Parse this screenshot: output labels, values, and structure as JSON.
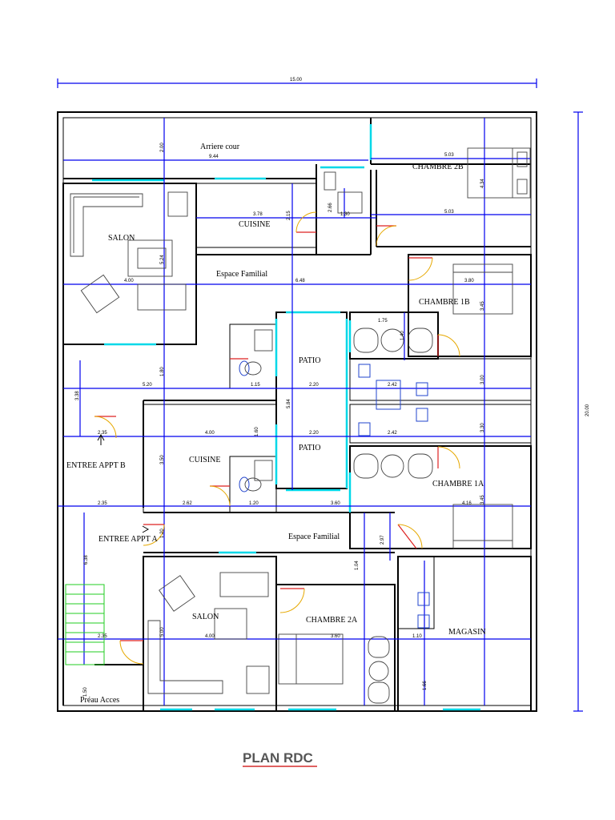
{
  "title": "PLAN RDC",
  "rooms": {
    "arriere_cour": "Arriere cour",
    "chambre_2b": "CHAMBRE 2B",
    "salon_top": "SALON",
    "cuisine_top": "CUISINE",
    "espace_familial_top": "Espace Familial",
    "chambre_1b": "CHAMBRE 1B",
    "patio_top": "PATIO",
    "patio_bottom": "PATIO",
    "entree_b": "ENTREE APPT B",
    "cuisine_bottom": "CUISINE",
    "chambre_1a": "CHAMBRE 1A",
    "entree_a": "ENTREE APPT A",
    "espace_familial_bottom": "Espace Familial",
    "salon_bottom": "SALON",
    "chambre_2a": "CHAMBRE 2A",
    "magasin": "MAGASIN",
    "preau": "Préau Acces"
  },
  "dimensions": {
    "total_width": "15.00",
    "total_height": "20.00",
    "d_944": "9.44",
    "d_200": "2.00",
    "d_503a": "5.03",
    "d_503b": "5.03",
    "d_434": "4.34",
    "d_378": "3.78",
    "d_215": "2.15",
    "d_266": "2.66",
    "d_130": "1.30",
    "d_524": "5.24",
    "d_400a": "4.00",
    "d_648": "6.48",
    "d_380": "3.80",
    "d_345a": "3.45",
    "d_175": "1.75",
    "d_140": "1.40",
    "d_520": "5.20",
    "d_180": "1.80",
    "d_115": "1.15",
    "d_220a": "2.20",
    "d_242a": "2.42",
    "d_300a": "3.00",
    "d_584": "5.84",
    "d_338": "3.38",
    "d_400b": "4.00",
    "d_160": "1.60",
    "d_220b": "2.20",
    "d_242b": "2.42",
    "d_330": "3.30",
    "d_235a": "2.35",
    "d_350": "3.50",
    "d_262": "2.62",
    "d_120a": "1.20",
    "d_360a": "3.60",
    "d_416": "4.16",
    "d_345b": "3.45",
    "d_120b": "1.20",
    "d_297": "2.97",
    "d_638": "6.38",
    "d_104": "1.04",
    "d_235b": "2.35",
    "d_500": "5.00",
    "d_400c": "4.00",
    "d_360b": "3.60",
    "d_110": "1.10",
    "d_150": "1.50",
    "d_166": "1.66"
  }
}
